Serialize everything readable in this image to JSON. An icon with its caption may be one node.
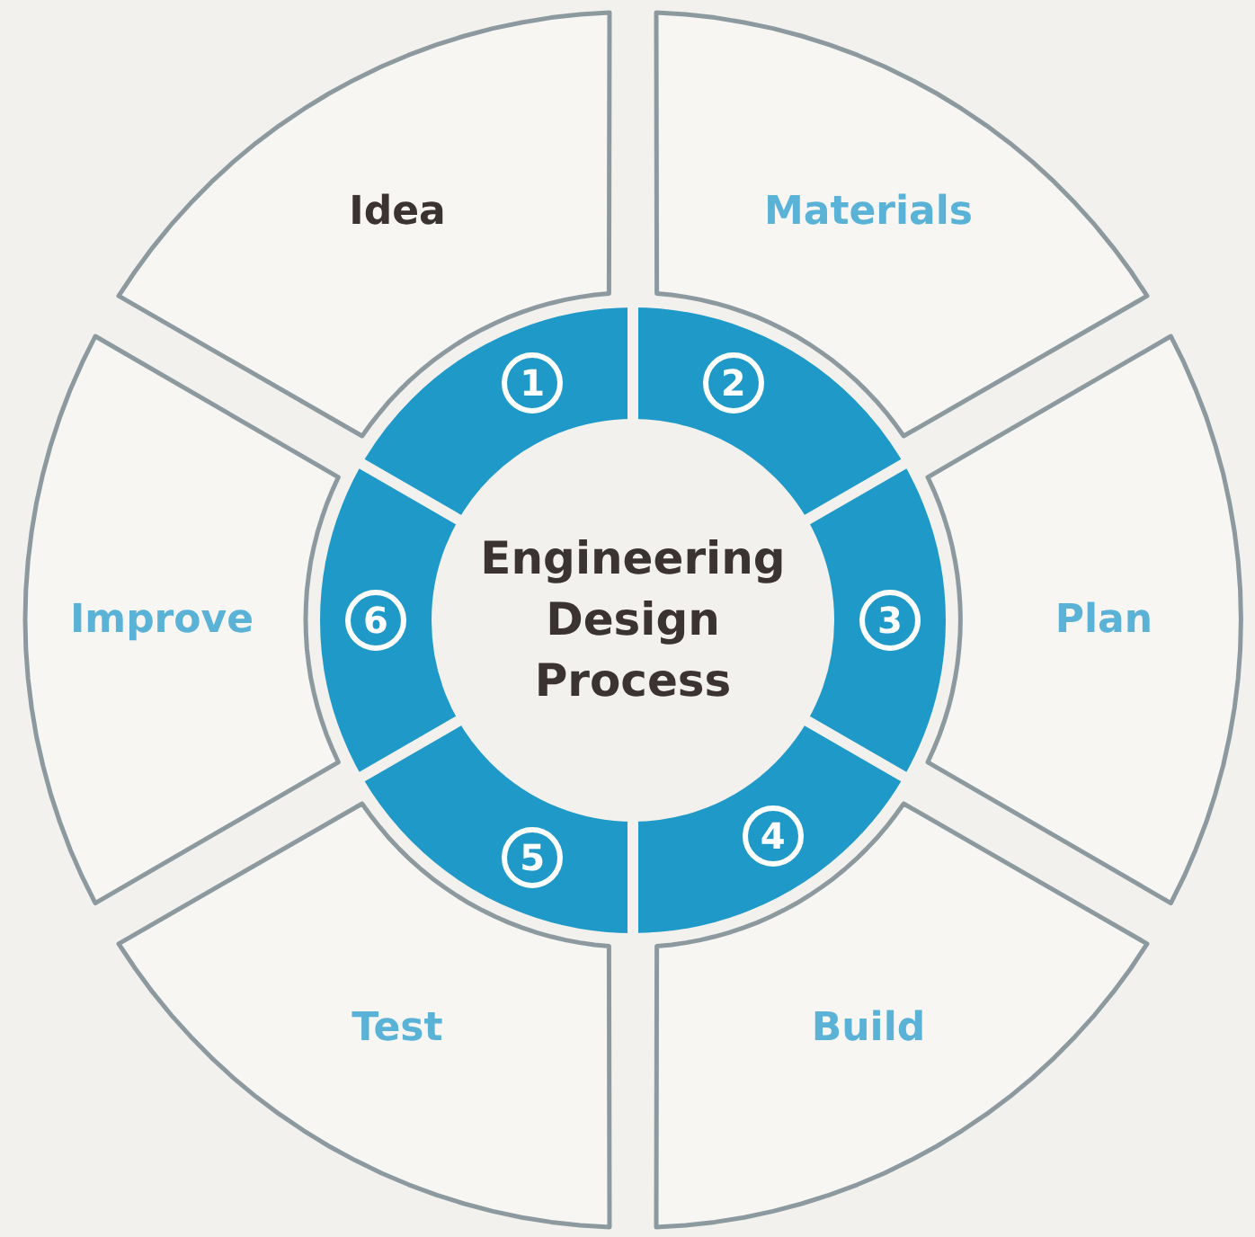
{
  "diagram": {
    "nodes": [
      {
        "text": [
          "Engineering Design Process"
        ]
      },
      {
        "text": [
          "Idea"
        ]
      },
      {
        "text": [
          "Materials"
        ]
      },
      {
        "text": [
          "Plan"
        ]
      },
      {
        "text": [
          "Build"
        ]
      },
      {
        "text": [
          "Test"
        ]
      },
      {
        "text": [
          "Improve"
        ]
      },
      {
        "text": [
          "1"
        ]
      },
      {
        "text": [
          "2"
        ]
      },
      {
        "text": [
          "3"
        ]
      },
      {
        "text": [
          "4"
        ]
      },
      {
        "text": [
          "5"
        ]
      },
      {
        "text": [
          "6"
        ]
      }
    ]
  }
}
